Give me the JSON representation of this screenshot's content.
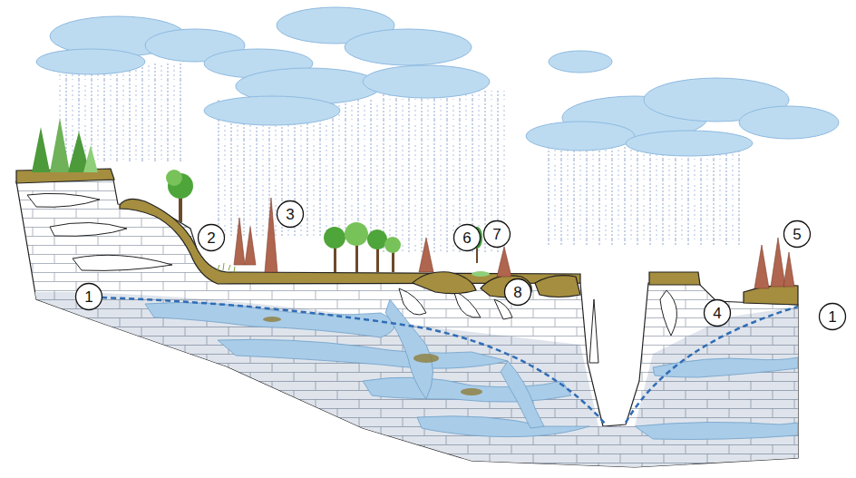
{
  "diagram": {
    "nodes": [
      {
        "text": [
          "3"
        ]
      },
      {
        "text": [
          "6"
        ]
      },
      {
        "text": [
          "7"
        ]
      },
      {
        "text": [
          "5"
        ]
      },
      {
        "text": [
          "2"
        ]
      },
      {
        "text": [
          "8"
        ]
      },
      {
        "text": [
          "1"
        ]
      },
      {
        "text": [
          "4"
        ]
      },
      {
        "text": [
          "1"
        ]
      }
    ]
  }
}
